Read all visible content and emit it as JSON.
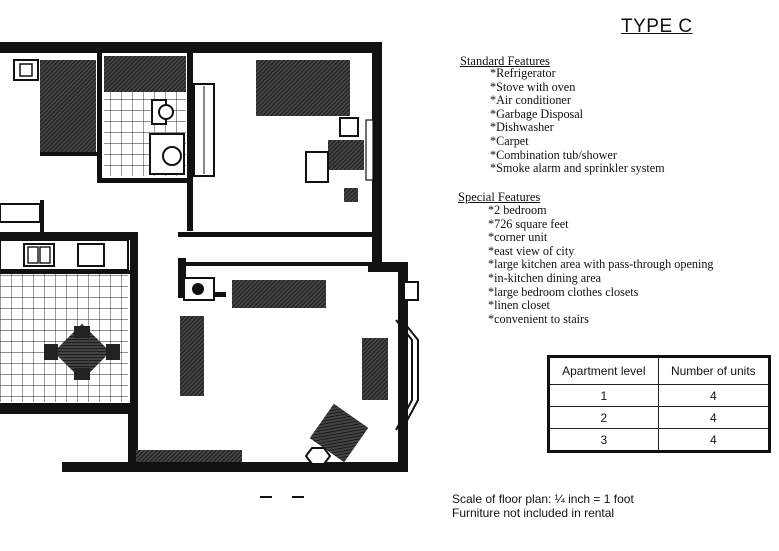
{
  "title": "TYPE C",
  "standard_features": {
    "heading": "Standard Features",
    "items": [
      "*Refrigerator",
      "*Stove with oven",
      "*Air conditioner",
      "*Garbage Disposal",
      "*Dishwasher",
      "*Carpet",
      "*Combination tub/shower",
      "*Smoke alarm and sprinkler system"
    ]
  },
  "special_features": {
    "heading": "Special Features",
    "items": [
      "*2 bedroom",
      "*726 square feet",
      "*corner unit",
      "*east view of city",
      "*large kitchen area with pass-through opening",
      "*in-kitchen dining area",
      "*large bedroom clothes closets",
      "*linen closet",
      "*convenient to stairs"
    ]
  },
  "units_table": {
    "headers": [
      "Apartment level",
      "Number of units"
    ],
    "rows": [
      [
        "1",
        "4"
      ],
      [
        "2",
        "4"
      ],
      [
        "3",
        "4"
      ]
    ]
  },
  "footnotes": {
    "scale": "Scale of floor plan: ¼ inch = 1 foot",
    "furniture": "Furniture not included in rental"
  }
}
